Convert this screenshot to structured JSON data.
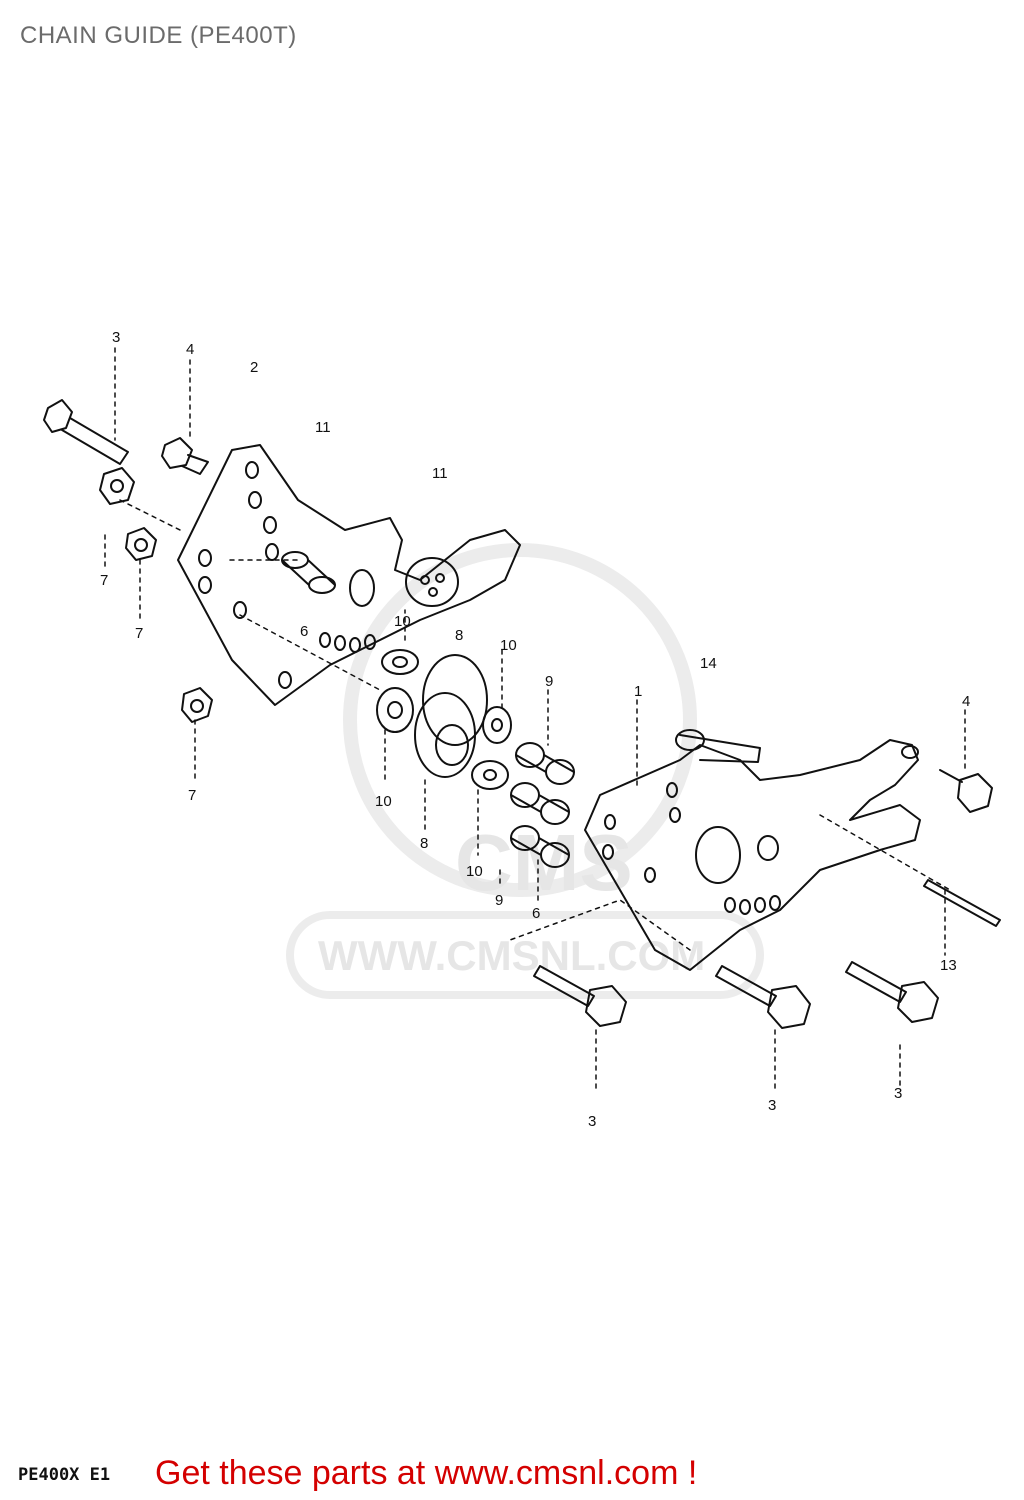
{
  "title": "CHAIN GUIDE (PE400T)",
  "watermark": {
    "url": "WWW.CMSNL.COM",
    "logo": "CMS"
  },
  "model_code": "PE400X E1",
  "footer": {
    "link_text": "Get these parts at www.cmsnl.com !"
  },
  "callouts": [
    "3",
    "4",
    "2",
    "11",
    "11",
    "7",
    "7",
    "7",
    "6",
    "10",
    "8",
    "10",
    "10",
    "8",
    "10",
    "9",
    "9",
    "6",
    "1",
    "14",
    "4",
    "13",
    "3",
    "3",
    "3"
  ],
  "colors": {
    "footer_link": "#d40000",
    "title": "#6b6b6b",
    "line": "#111111"
  }
}
